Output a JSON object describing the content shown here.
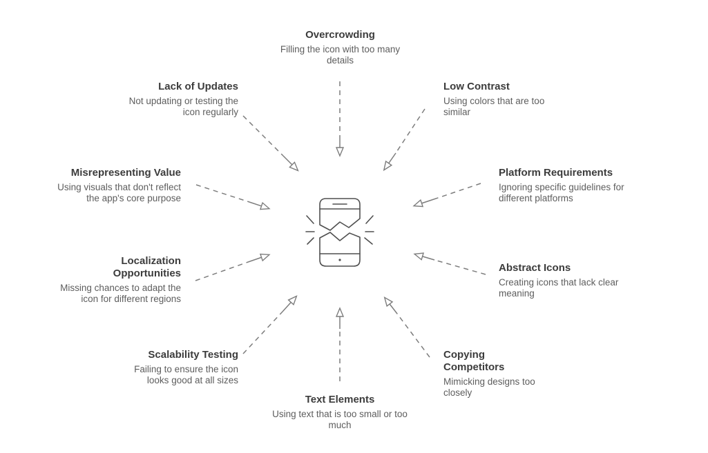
{
  "diagram": {
    "center": {
      "icon": "broken-phone-icon"
    },
    "items": [
      {
        "id": "overcrowding",
        "title": "Overcrowding",
        "description": "Filling the icon with too many details"
      },
      {
        "id": "low-contrast",
        "title": "Low Contrast",
        "description": "Using colors that are too similar"
      },
      {
        "id": "platform-requirements",
        "title": "Platform Requirements",
        "description": "Ignoring specific guidelines for different platforms"
      },
      {
        "id": "abstract-icons",
        "title": "Abstract Icons",
        "description": "Creating icons that lack clear meaning"
      },
      {
        "id": "copying-competitors",
        "title": "Copying Competitors",
        "description": "Mimicking designs too closely"
      },
      {
        "id": "text-elements",
        "title": "Text Elements",
        "description": "Using text that is too small or too much"
      },
      {
        "id": "scalability-testing",
        "title": "Scalability Testing",
        "description": "Failing to ensure the icon looks good at all sizes"
      },
      {
        "id": "localization-opportunities",
        "title": "Localization Opportunities",
        "description": "Missing chances to adapt the icon for different regions"
      },
      {
        "id": "misrepresenting-value",
        "title": "Misrepresenting Value",
        "description": "Using visuals that don't reflect the app's core purpose"
      },
      {
        "id": "lack-of-updates",
        "title": "Lack of Updates",
        "description": "Not updating or testing the icon regularly"
      }
    ],
    "colors": {
      "title_text": "#3c3c3c",
      "body_text": "#5d5d5d",
      "arrow_line": "#7c7c7c",
      "icon_line": "#4f4f4f",
      "background": "#ffffff"
    }
  }
}
